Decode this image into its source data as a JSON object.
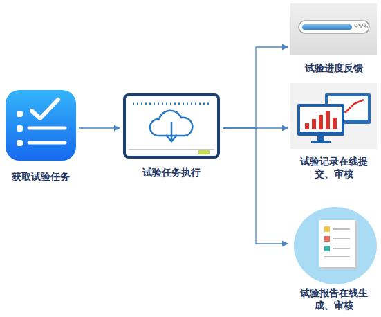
{
  "diagram": {
    "nodes": [
      {
        "text": [
          "获取试验任务"
        ]
      },
      {
        "text": [
          "试验任务执行"
        ]
      },
      {
        "text": [
          "试验进度反馈"
        ]
      },
      {
        "text": [
          "试验记录在线提交、审核"
        ]
      },
      {
        "text": [
          "试验报告在线生成、审核"
        ]
      }
    ],
    "edges": [
      {
        "from": 0,
        "to": 1,
        "arrow": "to"
      },
      {
        "from": 1,
        "to": 2,
        "arrow": "to"
      },
      {
        "from": 1,
        "to": 3,
        "arrow": "to"
      },
      {
        "from": 1,
        "to": 4,
        "arrow": "to"
      }
    ],
    "labels": [
      "95%"
    ]
  }
}
